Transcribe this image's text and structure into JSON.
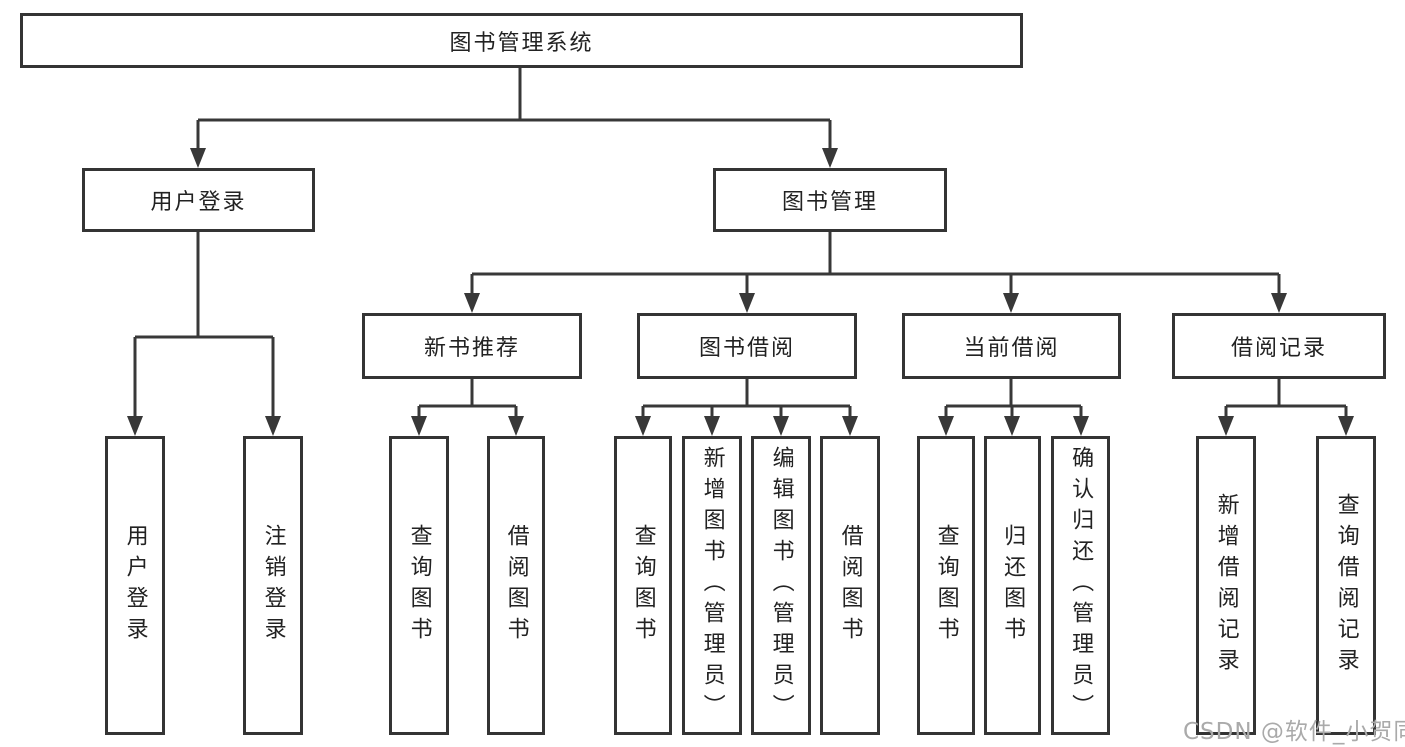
{
  "diagram": {
    "root": {
      "label": "图书管理系统"
    },
    "level2": [
      {
        "label": "用户登录"
      },
      {
        "label": "图书管理"
      }
    ],
    "level3": [
      {
        "label": "新书推荐"
      },
      {
        "label": "图书借阅"
      },
      {
        "label": "当前借阅"
      },
      {
        "label": "借阅记录"
      }
    ],
    "leaves": {
      "user_login": [
        "用户登录",
        "注销登录"
      ],
      "new_book": [
        "查询图书",
        "借阅图书"
      ],
      "book_borrowing": [
        "查询图书",
        "新增图书（管理员）",
        "编辑图书（管理员）",
        "借阅图书"
      ],
      "current_borrowing": [
        "查询图书",
        "归还图书",
        "确认归还（管理员）"
      ],
      "borrowing_records": [
        "新增借阅记录",
        "查询借阅记录"
      ]
    },
    "watermark": "CSDN @软件_小贺同学",
    "colors": {
      "line": "#383838",
      "border": "#343434",
      "text": "#222222",
      "watermark": "#aaaaaa",
      "background": "#ffffff"
    }
  }
}
